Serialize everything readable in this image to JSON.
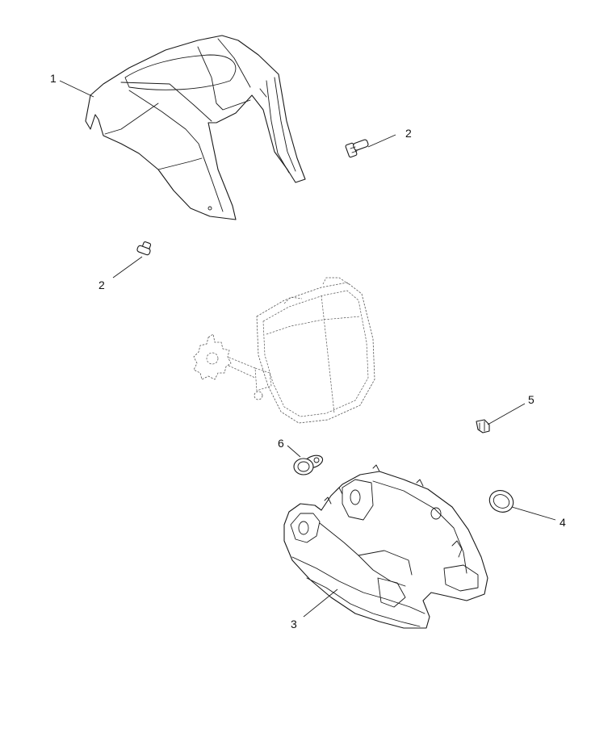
{
  "callouts": [
    {
      "id": "c1",
      "label": "1"
    },
    {
      "id": "c2a",
      "label": "2"
    },
    {
      "id": "c2b",
      "label": "2"
    },
    {
      "id": "c3",
      "label": "3"
    },
    {
      "id": "c4",
      "label": "4"
    },
    {
      "id": "c5",
      "label": "5"
    },
    {
      "id": "c6",
      "label": "6"
    }
  ],
  "colors": {
    "line": "#1a1a1a",
    "ghost": "#555555",
    "background": "#ffffff"
  }
}
